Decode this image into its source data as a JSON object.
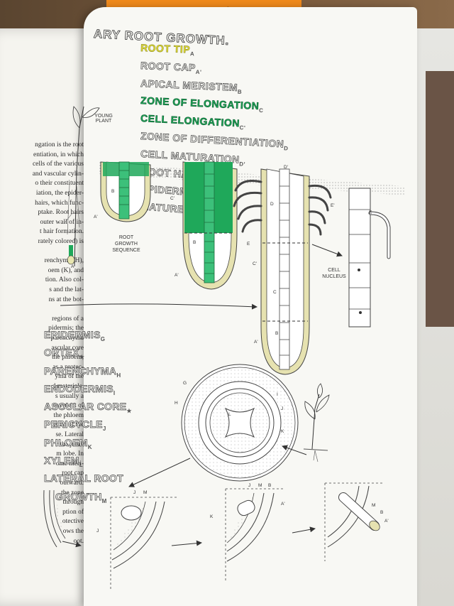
{
  "background": {
    "book_title_fragment": "nts",
    "colors": {
      "orange": "#f08a1c",
      "wood": "#6b4a2e",
      "page": "#f8f8f4",
      "green": "#1fa85a",
      "yellow": "#e8e23a"
    }
  },
  "left_page": {
    "lines": [
      "ngation is the root",
      "entiation, in which",
      "cells of the various",
      "and vascular cylin-",
      "o their constituent",
      "iation, the epider-",
      "hairs, which func-",
      "ptake. Root hairs",
      "outer wall of in-",
      "t hair formation.",
      "rately colored) is",
      "",
      "renchyma (H),",
      "oem (K), and",
      "tion. Also col-",
      "s and the lat-",
      "ns at the bot-",
      "",
      "regions of a",
      "pidermis; the",
      "parenchyma",
      "ascular core",
      "the phloem,",
      "as a protec-",
      "yma of the",
      "d materials.",
      "s usually a",
      "ovement of",
      "the phloem",
      "rtion of the",
      "se. Lateral",
      "r the junc-",
      "m lobe. In",
      "ome meri-",
      "root cap",
      "outward.",
      "the zone",
      "through",
      "ption of",
      "otective",
      "ows the",
      "oot."
    ]
  },
  "page": {
    "title": "ARY ROOT GROWTH.",
    "title_items": [
      {
        "text": "ROOT TIP",
        "sub": "A",
        "style": "yellow"
      },
      {
        "text": "ROOT CAP",
        "sub": "A'",
        "style": "plain"
      },
      {
        "text": "APICAL MERISTEM",
        "sub": "B",
        "style": "plain"
      },
      {
        "text": "ZONE OF ELONGATION",
        "sub": "C",
        "style": "green"
      },
      {
        "text": "CELL ELONGATION",
        "sub": "C'",
        "style": "green"
      },
      {
        "text": "ZONE OF DIFFERENTIATION",
        "sub": "D",
        "style": "plain"
      },
      {
        "text": "CELL MATURATION",
        "sub": "D'",
        "style": "plain"
      },
      {
        "text": "ROOT HAIR",
        "sub": "E",
        "style": "plain"
      },
      {
        "text": "EPIDERMAL CELL",
        "sub": "E'",
        "style": "plain"
      },
      {
        "text": "MATURE ROOT",
        "sub": "F",
        "style": "plain"
      }
    ],
    "tissue_items": [
      {
        "text": "EPIDERMIS",
        "sub": "G"
      },
      {
        "text": "ORTEX",
        "sub": "★"
      },
      {
        "text": "PARENCHYMA",
        "sub": "H"
      },
      {
        "text": "ENDODERMIS",
        "sub": "I"
      },
      {
        "text": "ASCULAR CORE",
        "sub": "★"
      },
      {
        "text": "PERICYCLE",
        "sub": "J"
      },
      {
        "text": "PHLOEM",
        "sub": "K"
      },
      {
        "text": "XYLEM",
        "sub": "L"
      },
      {
        "text": "LATERAL ROOT",
        "sub": ""
      },
      {
        "text": "GROWTH",
        "sub": "M"
      }
    ],
    "labels": {
      "young_plant": "YOUNG PLANT",
      "root_growth_sequence": "ROOT GROWTH SEQUENCE",
      "cell_nucleus": "CELL NUCLEUS",
      "b": "B",
      "c": "C",
      "c_prime": "C'",
      "d": "D",
      "d_prime": "D'",
      "e": "E",
      "e_prime": "E'",
      "a": "A",
      "a_prime": "A'",
      "g": "G",
      "h": "H",
      "i": "I",
      "j": "J",
      "k": "K",
      "l": "L",
      "m": "M"
    }
  }
}
